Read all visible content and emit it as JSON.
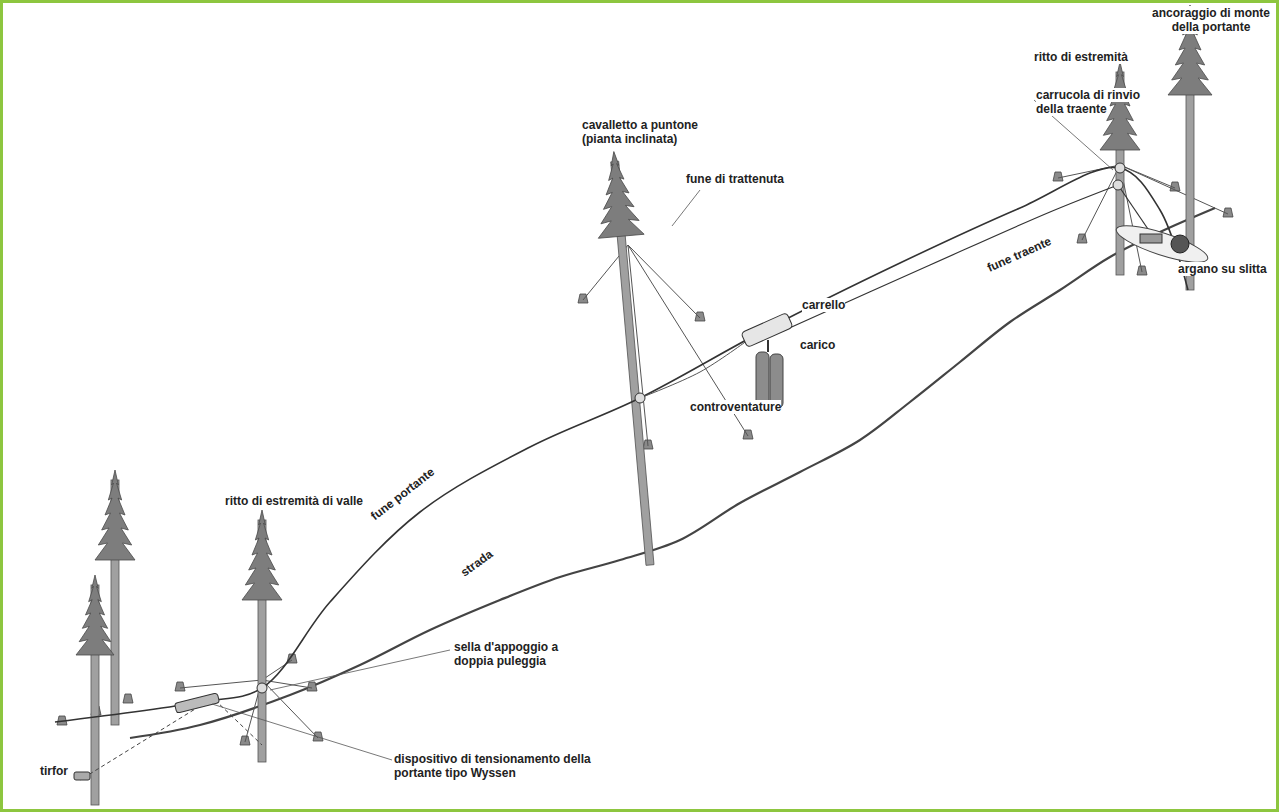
{
  "diagram": {
    "labels": [
      "ancoraggio di monte della portante",
      "ritto di estremità",
      "carrucola di rinvio della traente",
      "cavalletto a puntone (pianta inclinata)",
      "fune di trattenuta",
      "argano su slitta",
      "fune traente",
      "carrello",
      "carico",
      "controventature",
      "ritto di estremità di valle",
      "fune portante",
      "strada",
      "sella d'appoggio a doppia puleggia",
      "tirfor",
      "dispositivo di tensionamento della portante tipo Wyssen"
    ]
  }
}
